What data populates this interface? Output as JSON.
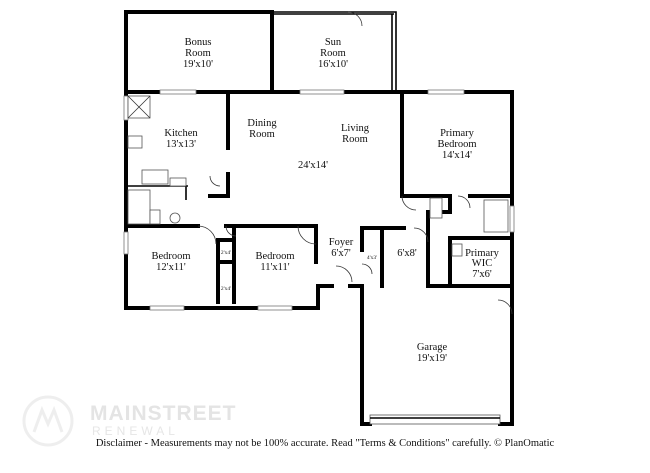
{
  "rooms": {
    "bonus": {
      "name1": "Bonus",
      "name2": "Room",
      "size": "19'x10'"
    },
    "sun": {
      "name1": "Sun",
      "name2": "Room",
      "size": "16'x10'"
    },
    "kitchen": {
      "name": "Kitchen",
      "size": "13'x13'"
    },
    "dining": {
      "name1": "Dining",
      "name2": "Room"
    },
    "living": {
      "name1": "Living",
      "name2": "Room",
      "size": "24'x14'"
    },
    "primary_bedroom": {
      "name1": "Primary",
      "name2": "Bedroom",
      "size": "14'x14'"
    },
    "bedroom_left": {
      "name": "Bedroom",
      "size": "12'x11'"
    },
    "bedroom_mid": {
      "name": "Bedroom",
      "size": "11'x11'"
    },
    "foyer": {
      "name": "Foyer",
      "size": "6'x7'"
    },
    "hall": {
      "size": "6'x8'"
    },
    "primary_wic": {
      "name1": "Primary",
      "name2": "WIC",
      "size": "7'x6'"
    },
    "garage": {
      "name": "Garage",
      "size": "19'x19'"
    },
    "closet1": {
      "size": "2'x4'"
    },
    "closet2": {
      "size": "2'x4'"
    },
    "closet3": {
      "size": "4'x3'"
    }
  },
  "watermark": {
    "brand": "MAINSTREET",
    "sub": "RENEWAL"
  },
  "disclaimer": "Disclaimer - Measurements may not be 100% accurate. Read \"Terms & Conditions\" carefully. © PlanOmatic"
}
